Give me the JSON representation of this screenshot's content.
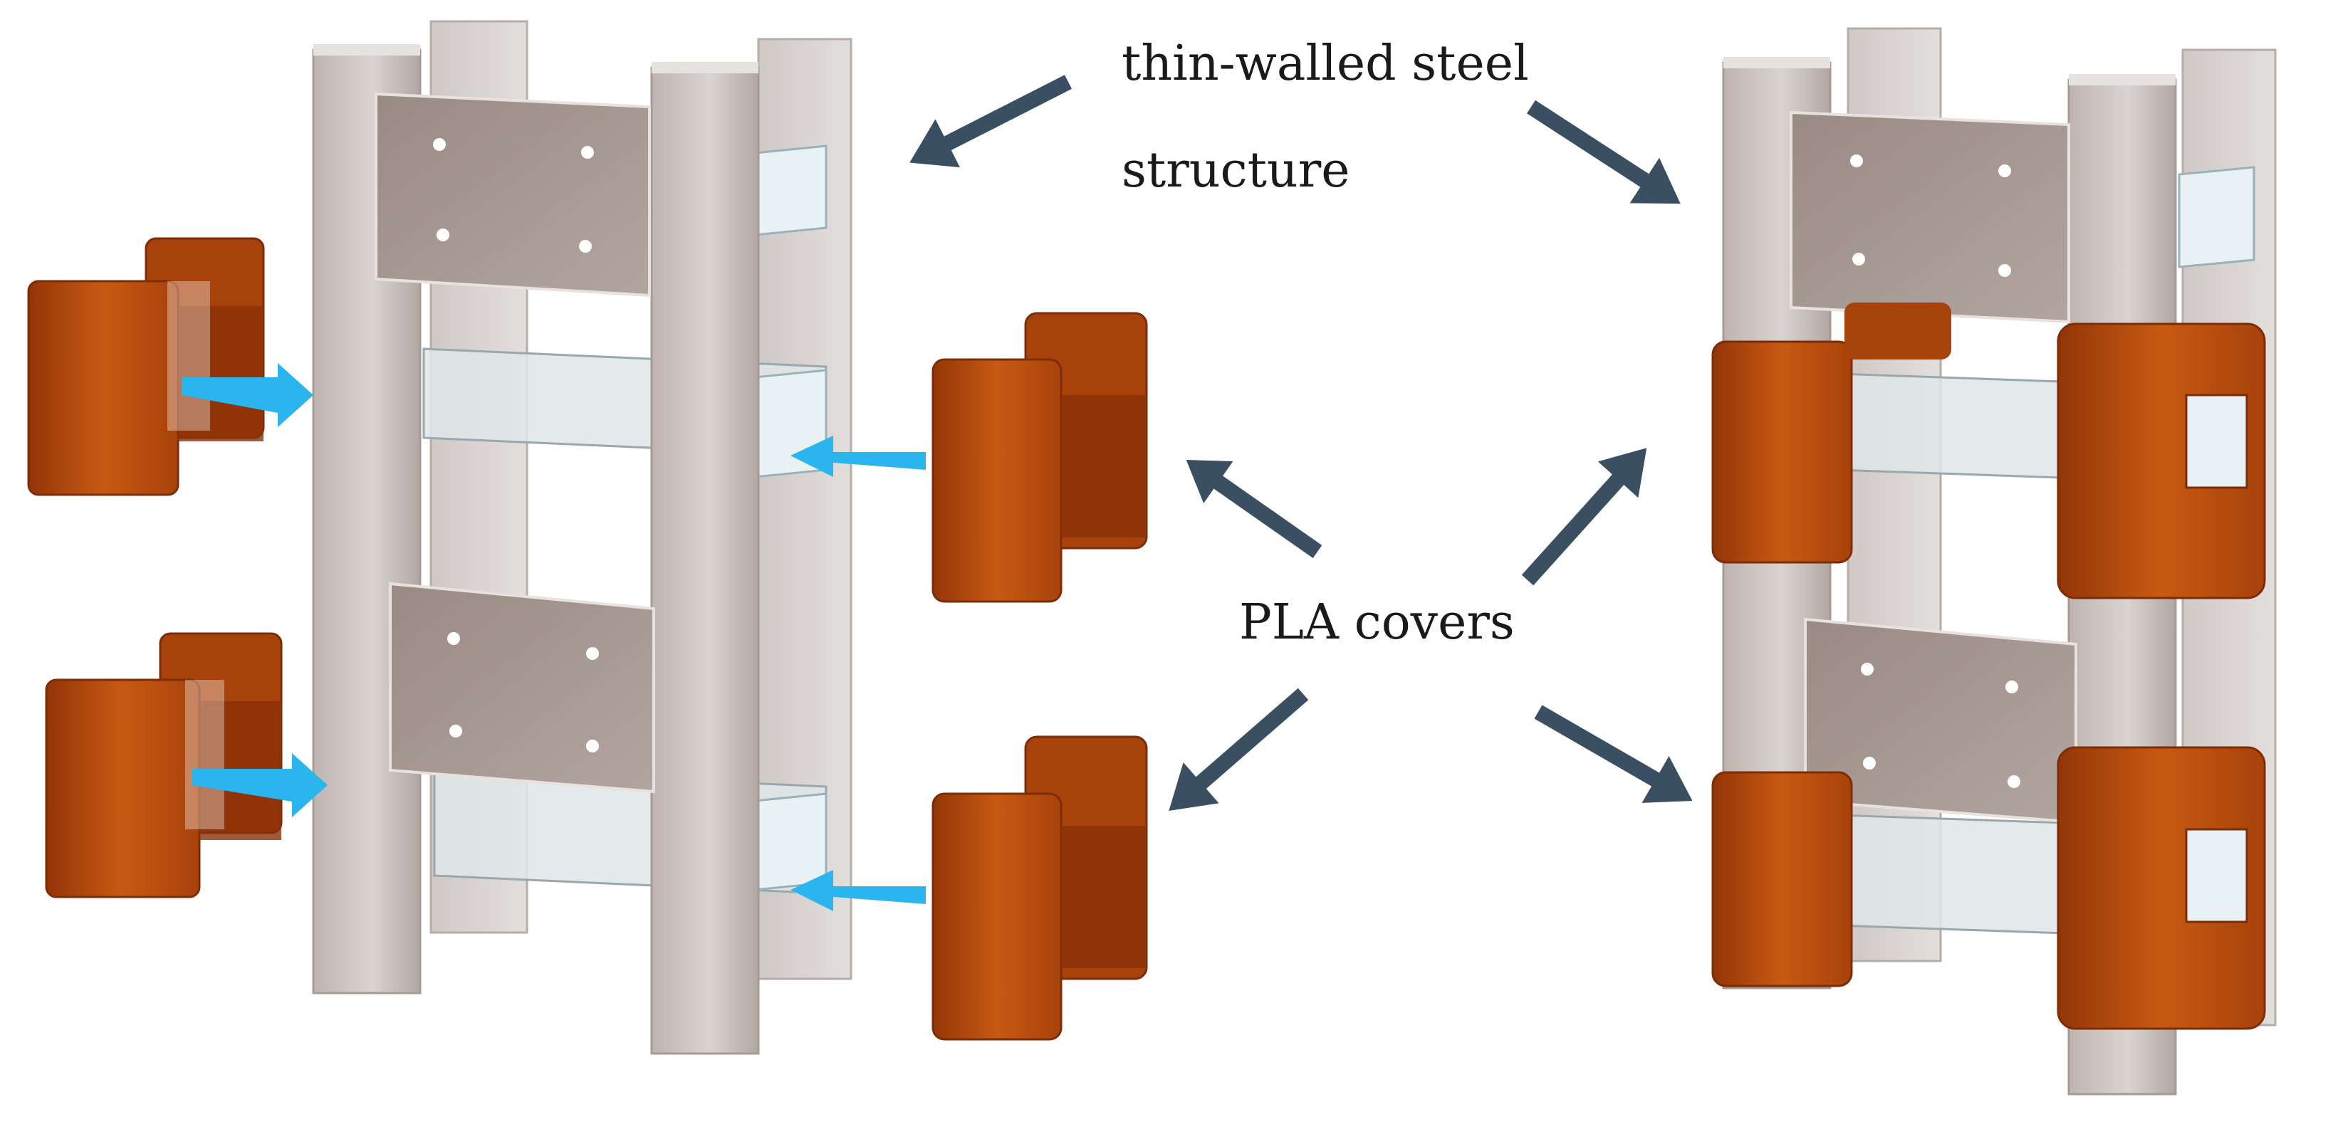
{
  "labels": {
    "steel_line1": "thin-walled steel",
    "steel_line2": "structure",
    "pla": "PLA covers"
  },
  "colors": {
    "steel_light": "#d6d1ce",
    "steel_mid": "#b6aca7",
    "steel_dark": "#9e918b",
    "plate": "#a89a93",
    "glass": "#dfe9ec",
    "pla_main": "#c0530f",
    "pla_dark": "#8a3108",
    "pla_light": "#d8681c",
    "pointer_arrow": "#3b4f63",
    "insert_arrow": "#2bb5ee"
  }
}
